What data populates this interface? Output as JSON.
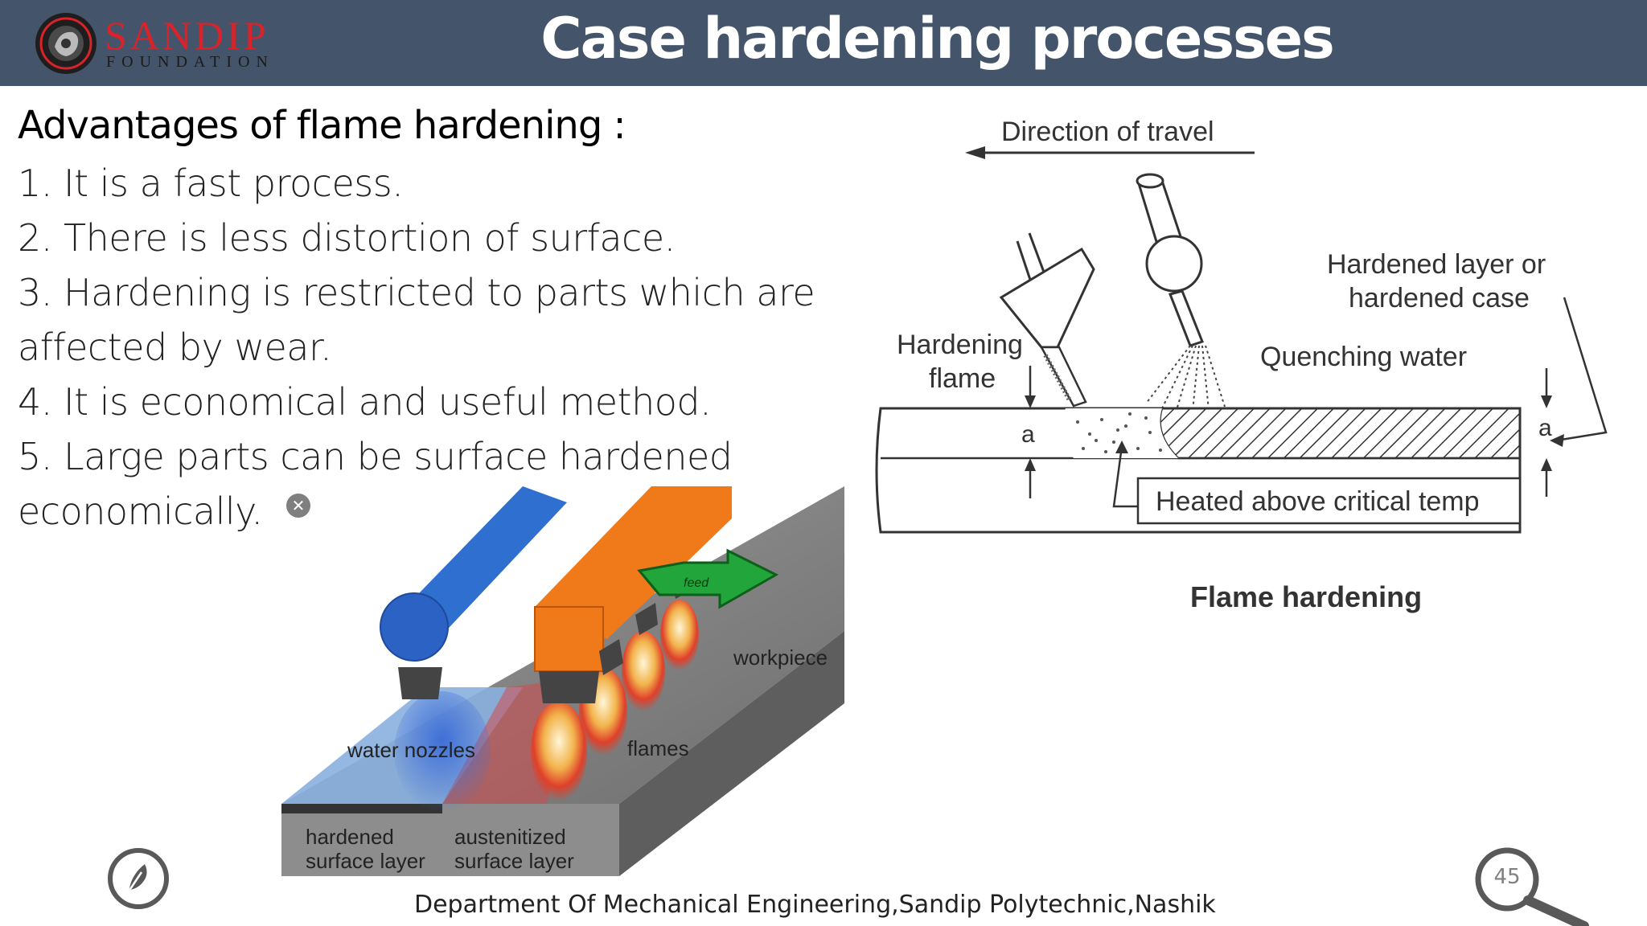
{
  "header": {
    "logo_main": "SANDIP",
    "logo_sub": "FOUNDATION",
    "title": "Case hardening processes"
  },
  "content": {
    "heading": "Advantages of flame hardening :",
    "lines": [
      "1. It is a fast process.",
      "2. There is less distortion of surface.",
      "3. Hardening is restricted to parts which are",
      "affected by wear.",
      "4. It is economical and useful method.",
      "5. Large parts can be surface hardened",
      "economically."
    ]
  },
  "figure_right": {
    "direction": "Direction of travel",
    "hardened_layer_1": "Hardened layer or",
    "hardened_layer_2": "hardened case",
    "hardening_flame_1": "Hardening",
    "hardening_flame_2": "flame",
    "quenching": "Quenching water",
    "dim_a_left": "a",
    "dim_a_right": "a",
    "heated": "Heated above critical temp",
    "caption": "Flame hardening"
  },
  "figure_left": {
    "feed": "feed",
    "workpiece": "workpiece",
    "water_nozzles": "water nozzles",
    "flames": "flames",
    "hardened_1": "hardened",
    "hardened_2": "surface layer",
    "austenitized_1": "austenitized",
    "austenitized_2": "surface layer"
  },
  "footer": {
    "text": "Department Of Mechanical Engineering,Sandip Polytechnic,Nashik",
    "page_number": "45"
  },
  "colors": {
    "header_bg": "#44546a",
    "logo_red": "#d8232a",
    "badge_gray": "#595959"
  }
}
